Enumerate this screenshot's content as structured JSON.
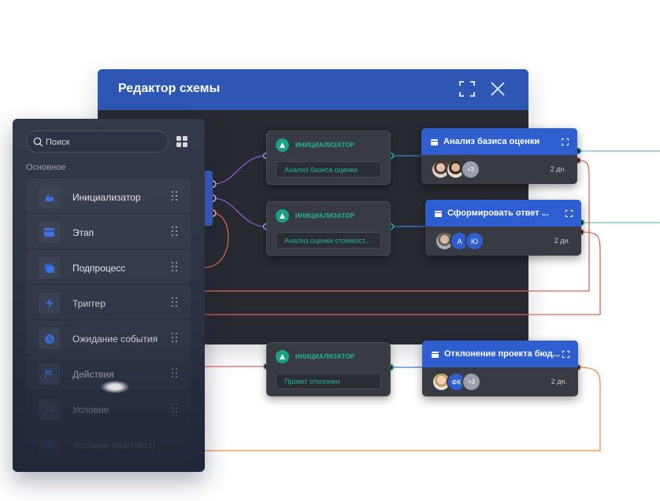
{
  "editor": {
    "title": "Редактор схемы",
    "expand_icon": "expand-icon",
    "close_icon": "close-icon"
  },
  "initializers": [
    {
      "label": "ИНИЦИАЛИЗАТОР",
      "field": "Анализ базиса оценки"
    },
    {
      "label": "ИНИЦИАЛИЗАТОР",
      "field": "Анализ оценки стоимост..."
    },
    {
      "label": "ИНИЦИАЛИЗАТОР",
      "field": "Проект отклонен"
    }
  ],
  "stages": [
    {
      "title": "Анализ базиса оценки",
      "days": "2 дн.",
      "avatars": [
        "",
        "",
        "+3"
      ]
    },
    {
      "title": "Сформировать ответ ...",
      "days": "2 дн.",
      "avatars": [
        "",
        "А",
        "Ю"
      ]
    },
    {
      "title": "Отклонение проекта бюд...",
      "days": "2 дн.",
      "avatars": [
        "",
        "ФК",
        "+3"
      ]
    }
  ],
  "panel": {
    "search_placeholder": "Поиск",
    "section_title": "Основное",
    "items": [
      {
        "label": "Инициализатор",
        "icon": "initializer-icon"
      },
      {
        "label": "Этап",
        "icon": "stage-icon"
      },
      {
        "label": "Подпроцесс",
        "icon": "subprocess-icon"
      },
      {
        "label": "Триггер",
        "icon": "lightning-icon"
      },
      {
        "label": "Ожидание события",
        "icon": "clock-icon"
      },
      {
        "label": "Действия",
        "icon": "flag-icon"
      },
      {
        "label": "Условие",
        "icon": "function-icon"
      },
      {
        "label": "Условие (контекст)",
        "icon": "condition-icon"
      }
    ]
  },
  "colors": {
    "header_blue": "#2e56b3",
    "canvas": "#272a31",
    "accent_green": "#22b892",
    "wire_purple": "#8e5bd6",
    "wire_blue": "#3b7fd6",
    "wire_red": "#e0655a",
    "wire_orange": "#ee8a4a",
    "wire_teal": "#3f9e8e"
  }
}
